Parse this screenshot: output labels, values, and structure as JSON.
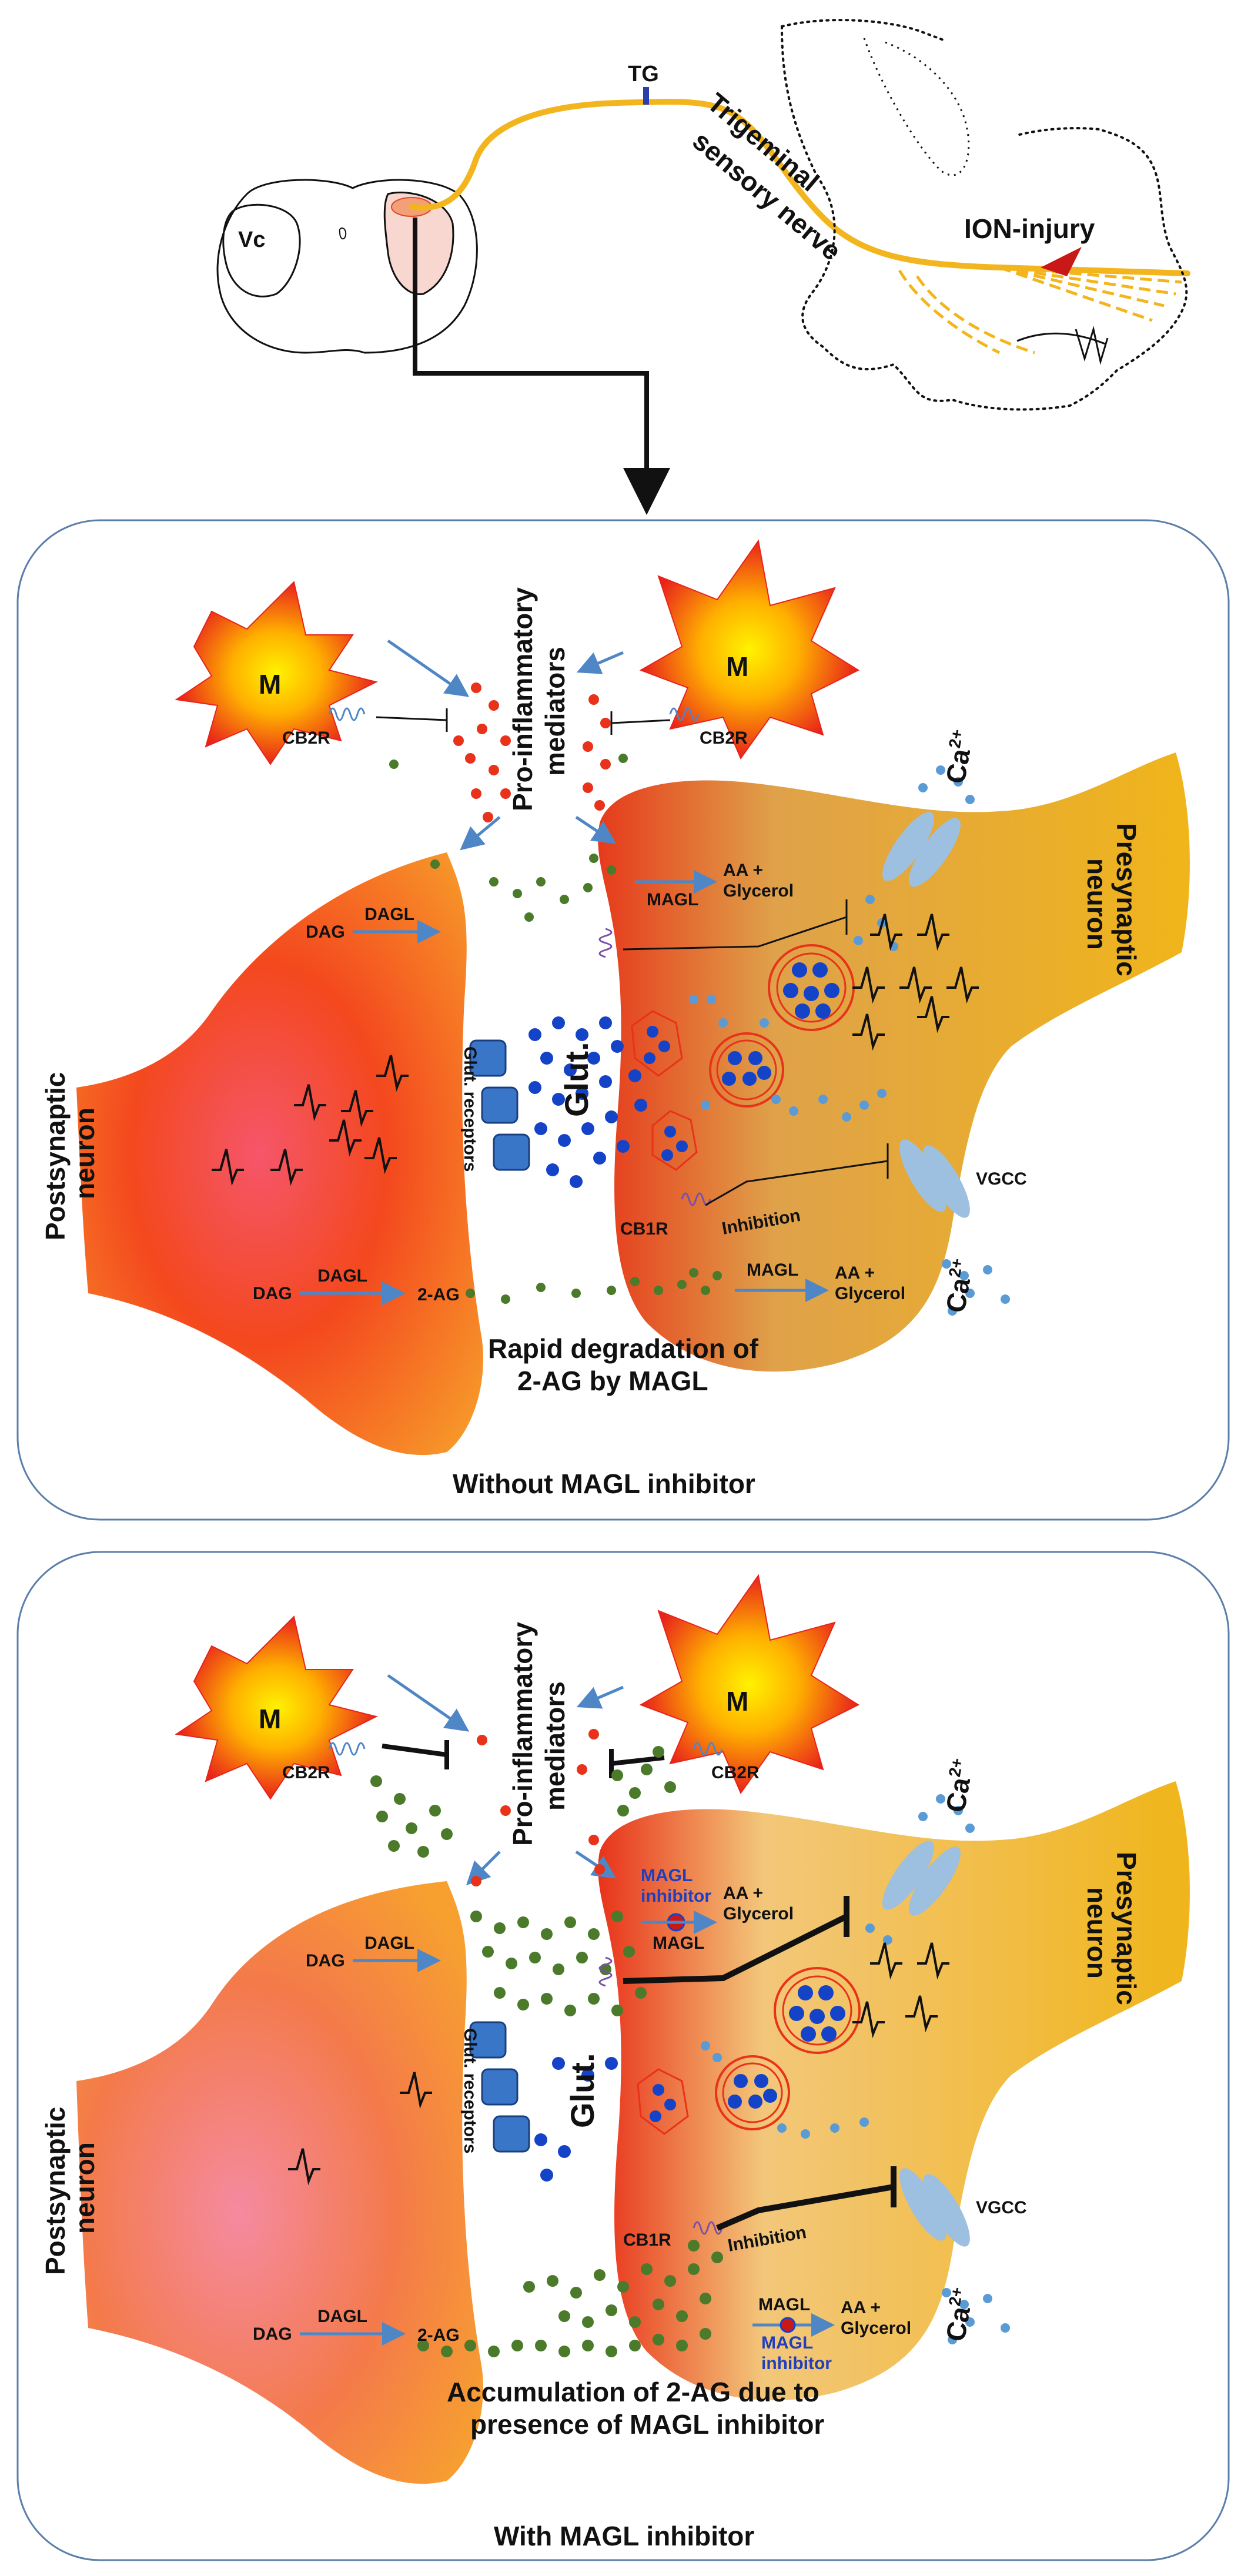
{
  "top": {
    "vc_label": "Vc",
    "tg_label": "TG",
    "nerve_line1": "Trigeminal",
    "nerve_line2": "sensory nerve",
    "injury_label": "ION-injury"
  },
  "panel_without": {
    "caption": "Without MAGL inhibitor",
    "bottom_note_line1": "Rapid degradation of",
    "bottom_note_line2": "2-AG by MAGL",
    "magl_bottom": "MAGL",
    "aa_bottom_1": "AA +",
    "aa_bottom_2": "Glycerol"
  },
  "panel_with": {
    "caption": "With MAGL inhibitor",
    "bottom_note_line1": "Accumulation of 2-AG due to",
    "bottom_note_line2": "presence of MAGL inhibitor",
    "magl_inhibitor_line1": "MAGL",
    "magl_inhibitor_line2": "inhibitor",
    "magl_top": "MAGL",
    "magl_bottom": "MAGL",
    "magl_inhibitor_bottom_1": "MAGL",
    "magl_inhibitor_bottom_2": "inhibitor",
    "aa_top_1": "AA +",
    "aa_top_2": "Glycerol",
    "aa_bottom_1": "AA +",
    "aa_bottom_2": "Glycerol"
  },
  "common": {
    "microglia": "M",
    "cb2r": "CB2R",
    "cb1r": "CB1R",
    "pro_inflammatory_line1": "Pro-inflammatory",
    "pro_inflammatory_line2": "mediators",
    "dag": "DAG",
    "dagl": "DAGL",
    "two_ag": "2-AG",
    "magl": "MAGL",
    "aa_1": "AA +",
    "aa_2": "Glycerol",
    "glut": "Glut.",
    "glut_receptors": "Glut. receptors",
    "inhibition": "Inhibition",
    "vgcc": "VGCC",
    "ca_base": "Ca",
    "ca_sup": "2+",
    "postsynaptic_line1": "Postsynaptic",
    "postsynaptic_line2": "neuron",
    "presynaptic_line1": "Presynaptic",
    "presynaptic_line2": "neuron"
  },
  "colors": {
    "nerve": "#f3b51d",
    "panel_border": "#5b7fa8",
    "post_red": "#f4481e",
    "post_orange": "#f79a2a",
    "pre_gold": "#e8b21c",
    "pre_red": "#e63a1c",
    "microglia_outer": "#e8231b",
    "microglia_inner": "#ffd600",
    "green_dot": "#4a7a2a",
    "red_dot": "#e8321a",
    "blue_dot": "#1443c8",
    "lightblue_dot": "#5b9bd5",
    "receptor": "#4f86c6",
    "cb1r_purple": "#7a4fa8",
    "arrow_blue": "#4f86c6"
  }
}
